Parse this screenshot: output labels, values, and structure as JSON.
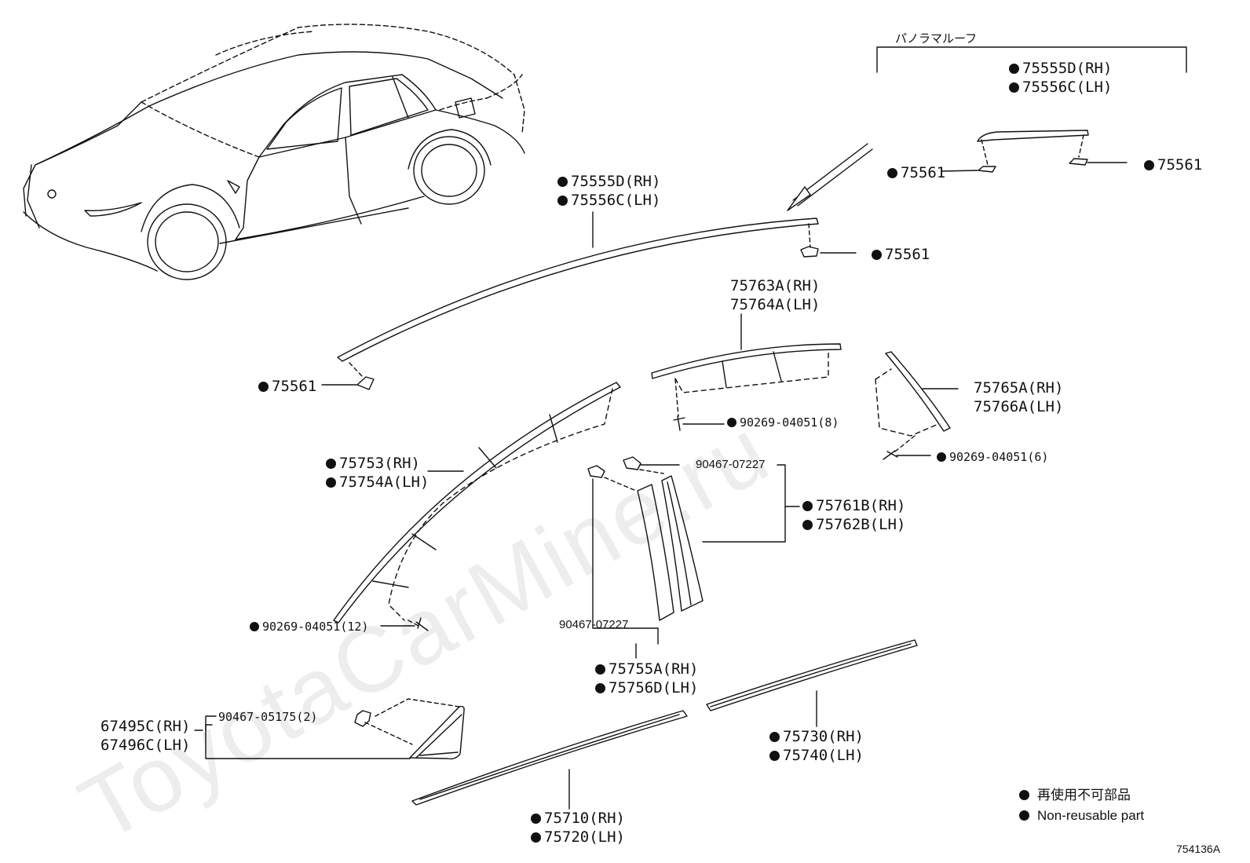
{
  "header": {
    "panorama_label": "パノラマルーフ"
  },
  "parts": {
    "roof_pano": [
      "75555D(RH)",
      "75556C(LH)"
    ],
    "clip_pano_left": "75561",
    "clip_pano_right": "75561",
    "roof_main": [
      "75555D(RH)",
      "75556C(LH)"
    ],
    "clip_roof_right": "75561",
    "clip_roof_left": "75561",
    "rear_upper": [
      "75763A(RH)",
      "75764A(LH)"
    ],
    "rear_upper_screw": "90269-04051(8)",
    "quarter": [
      "75765A(RH)",
      "75766A(LH)"
    ],
    "quarter_screw": "90269-04051(6)",
    "front_upper": [
      "75753(RH)",
      "75754A(LH)"
    ],
    "front_upper_screw": "90269-04051(12)",
    "clip_pillar_top": "90467-07227",
    "pillar_rear": [
      "75761B(RH)",
      "75762B(LH)"
    ],
    "clip_pillar_low": "90467-07227",
    "pillar_front": [
      "75755A(RH)",
      "75756D(LH)"
    ],
    "mirror_cover": [
      "67495C(RH)",
      "67496C(LH)"
    ],
    "mirror_clip": "90467-05175(2)",
    "belt_rear": [
      "75730(RH)",
      "75740(LH)"
    ],
    "belt_front": [
      "75710(RH)",
      "75720(LH)"
    ]
  },
  "legend": {
    "jp": "再使用不可部品",
    "en": "Non-reusable part"
  },
  "figure_code": "754136A",
  "watermark": "ToyotaCarMine.ru",
  "colors": {
    "ink": "#111111",
    "background": "#ffffff",
    "watermark": "#d9d9d9"
  }
}
